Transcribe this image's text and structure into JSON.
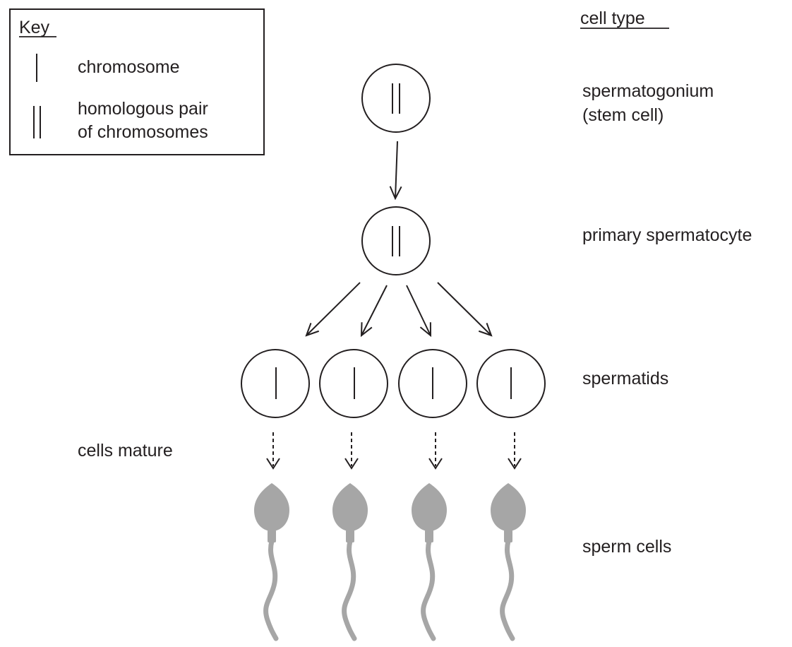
{
  "key": {
    "title": "Key",
    "items": [
      {
        "symbol": "single-line",
        "lines": [
          "chromosome"
        ]
      },
      {
        "symbol": "double-line",
        "lines": [
          "homologous pair",
          "of chromosomes"
        ]
      }
    ]
  },
  "column_header": "cell type",
  "stages": {
    "spermatogonium": [
      "spermatogonium",
      "(stem cell)"
    ],
    "primary_spermatocyte": "primary spermatocyte",
    "spermatids": "spermatids",
    "sperm_cells": "sperm cells"
  },
  "process_label": "cells mature",
  "colors": {
    "ink": "#231f20",
    "sperm": "#a6a6a6"
  }
}
